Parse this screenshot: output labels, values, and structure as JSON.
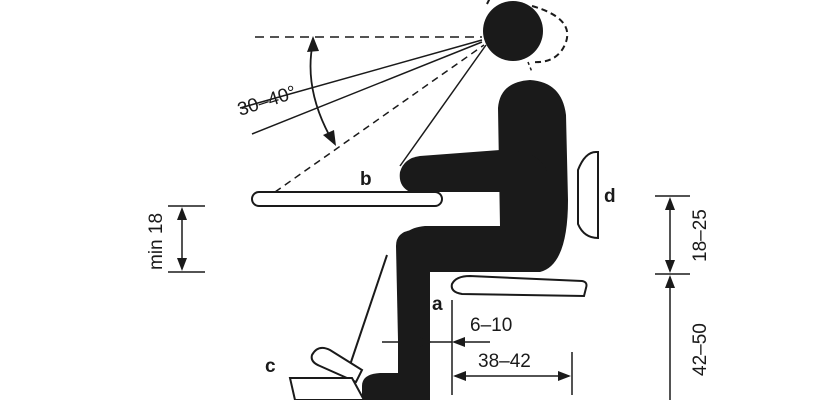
{
  "diagram": {
    "labels": {
      "viewing_angle": "30–40°",
      "min_clearance": "min 18",
      "backrest_height": "18–25",
      "seat_height": "42–50",
      "seat_gap": "6–10",
      "seat_depth": "38–42"
    },
    "parts": {
      "a": "a",
      "b": "b",
      "c": "c",
      "d": "d"
    }
  }
}
